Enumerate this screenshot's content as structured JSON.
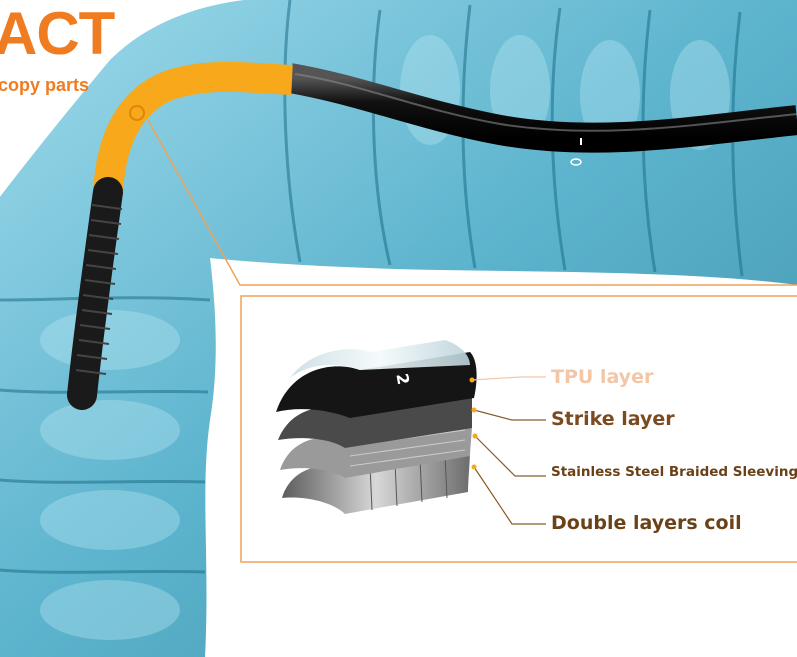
{
  "title": "ACT",
  "subtitle": "copy parts",
  "layers": [
    {
      "name": "TPU layer",
      "color": "#f3c6a8"
    },
    {
      "name": "Strike layer",
      "color": "#7a4a20"
    },
    {
      "name": "Stainless Steel Braided Sleeving",
      "color": "#6b4218"
    },
    {
      "name": "Double layers coil",
      "color": "#6b4218"
    }
  ],
  "tube_mark": "2",
  "colors": {
    "accent": "#f7a81b",
    "brand": "#f07c22",
    "colon": "#4ab0cc",
    "tube": "#1a1a1a"
  }
}
